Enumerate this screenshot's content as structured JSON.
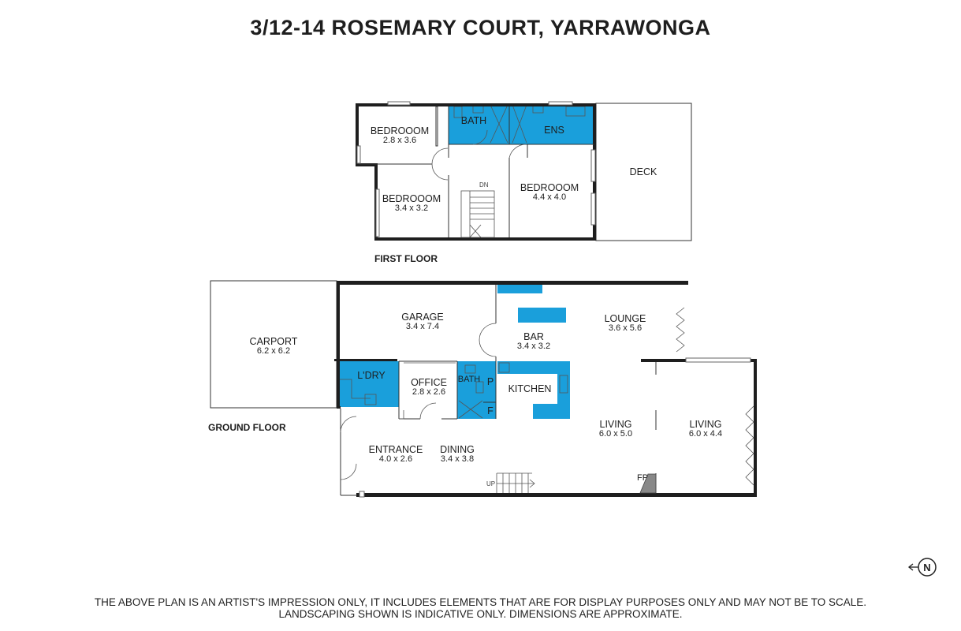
{
  "title": "3/12-14 ROSEMARY COURT, YARRAWONGA",
  "colors": {
    "wet_area": "#1a9fdb",
    "walls": "#1e1e1e"
  },
  "floors": {
    "first": {
      "label": "FIRST FLOOR",
      "rooms": {
        "bedroom1": {
          "name": "BEDROOOM",
          "dims": "2.8 x 3.6"
        },
        "bedroom2": {
          "name": "BEDROOOM",
          "dims": "3.4 x 3.2"
        },
        "bedroom3": {
          "name": "BEDROOOM",
          "dims": "4.4 x 4.0"
        },
        "bath": {
          "name": "BATH"
        },
        "ens": {
          "name": "ENS"
        },
        "deck": {
          "name": "DECK"
        }
      },
      "stair_label": "DN"
    },
    "ground": {
      "label": "GROUND FLOOR",
      "rooms": {
        "carport": {
          "name": "CARPORT",
          "dims": "6.2 x 6.2"
        },
        "garage": {
          "name": "GARAGE",
          "dims": "3.4 x 7.4"
        },
        "bar": {
          "name": "BAR",
          "dims": "3.4 x 3.2"
        },
        "lounge": {
          "name": "LOUNGE",
          "dims": "3.6 x 5.6"
        },
        "laundry": {
          "name": "L'DRY"
        },
        "office": {
          "name": "OFFICE",
          "dims": "2.8 x 2.6"
        },
        "bath": {
          "name": "BATH"
        },
        "pantry": {
          "name": "P"
        },
        "fridge": {
          "name": "F"
        },
        "kitchen": {
          "name": "KITCHEN"
        },
        "living1": {
          "name": "LIVING",
          "dims": "6.0 x 5.0"
        },
        "living2": {
          "name": "LIVING",
          "dims": "6.0 x 4.4"
        },
        "entrance": {
          "name": "ENTRANCE",
          "dims": "4.0 x 2.6"
        },
        "dining": {
          "name": "DINING",
          "dims": "3.4 x 3.8"
        },
        "fireplace": {
          "name": "FP"
        }
      },
      "stair_label": "UP"
    }
  },
  "compass": {
    "label": "N",
    "icon": "north-arrow-icon"
  },
  "disclaimer": {
    "line1": "THE ABOVE PLAN IS AN ARTIST'S IMPRESSION ONLY, IT INCLUDES ELEMENTS THAT ARE FOR DISPLAY PURPOSES ONLY AND MAY NOT BE TO SCALE.",
    "line2": "LANDSCAPING SHOWN IS INDICATIVE ONLY. DIMENSIONS ARE APPROXIMATE."
  }
}
